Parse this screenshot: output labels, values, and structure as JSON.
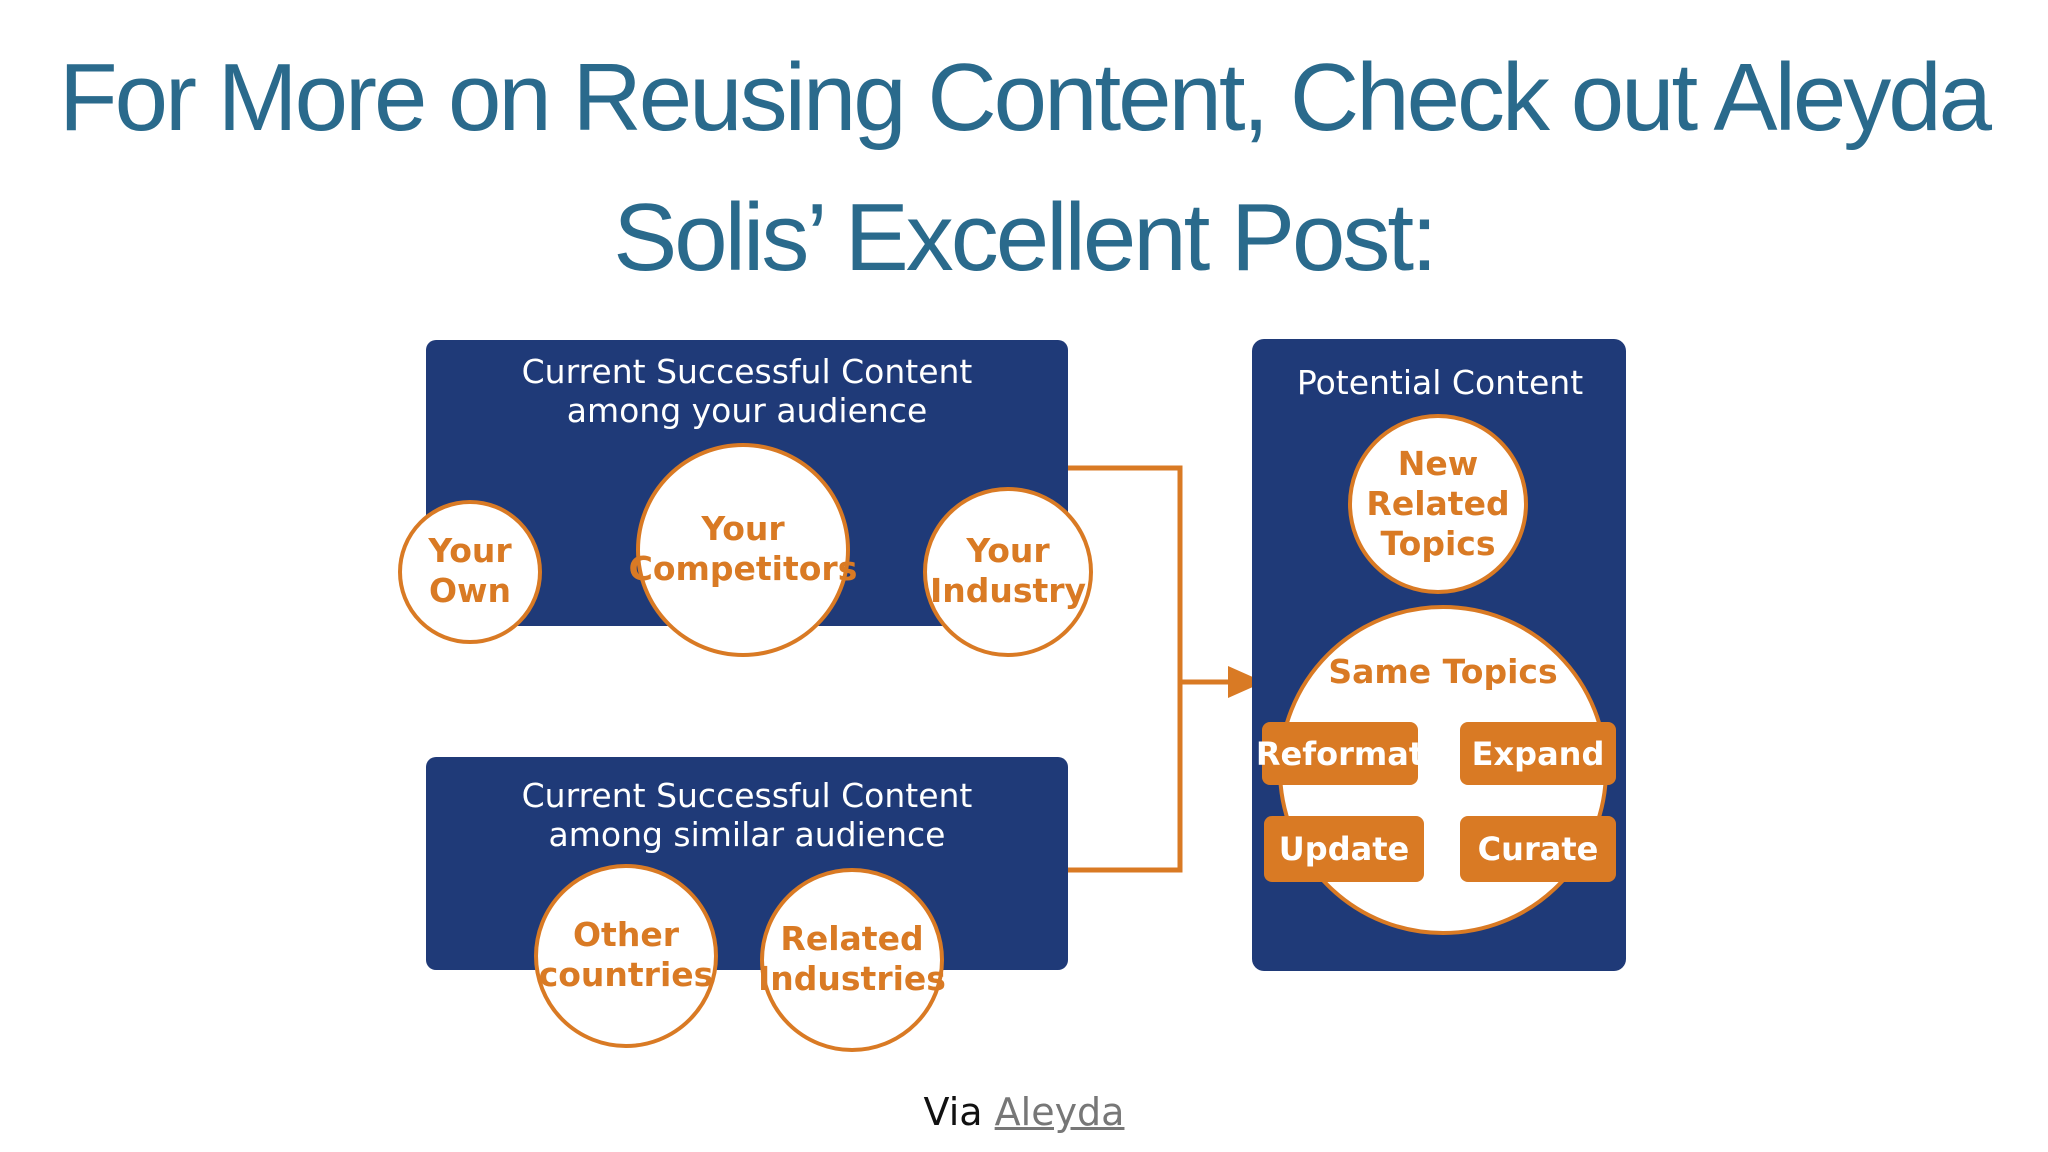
{
  "slide": {
    "title_lines": [
      "For More on Reusing Content, Check out Aleyda",
      "Solis’ Excellent Post:"
    ]
  },
  "diagram": {
    "top_box": {
      "heading_lines": [
        "Current Successful Content",
        "among your audience"
      ],
      "circles": [
        {
          "lines": [
            "Your",
            "Own"
          ]
        },
        {
          "lines": [
            "Your",
            "Competitors"
          ]
        },
        {
          "lines": [
            "Your",
            "Industry"
          ]
        }
      ]
    },
    "bottom_box": {
      "heading_lines": [
        "Current Successful Content",
        "among similar audience"
      ],
      "circles": [
        {
          "lines": [
            "Other",
            "countries"
          ]
        },
        {
          "lines": [
            "Related",
            "Industries"
          ]
        }
      ]
    },
    "right_box": {
      "heading": "Potential Content",
      "new_topics_lines": [
        "New",
        "Related",
        "Topics"
      ],
      "same_topics_label": "Same Topics",
      "actions": [
        "Reformat",
        "Expand",
        "Update",
        "Curate"
      ]
    },
    "colors": {
      "navy": "#1f3a78",
      "orange": "#d97a24",
      "title": "#2a6a8c"
    }
  },
  "caption": {
    "prefix": "Via",
    "link_text": "Aleyda"
  }
}
